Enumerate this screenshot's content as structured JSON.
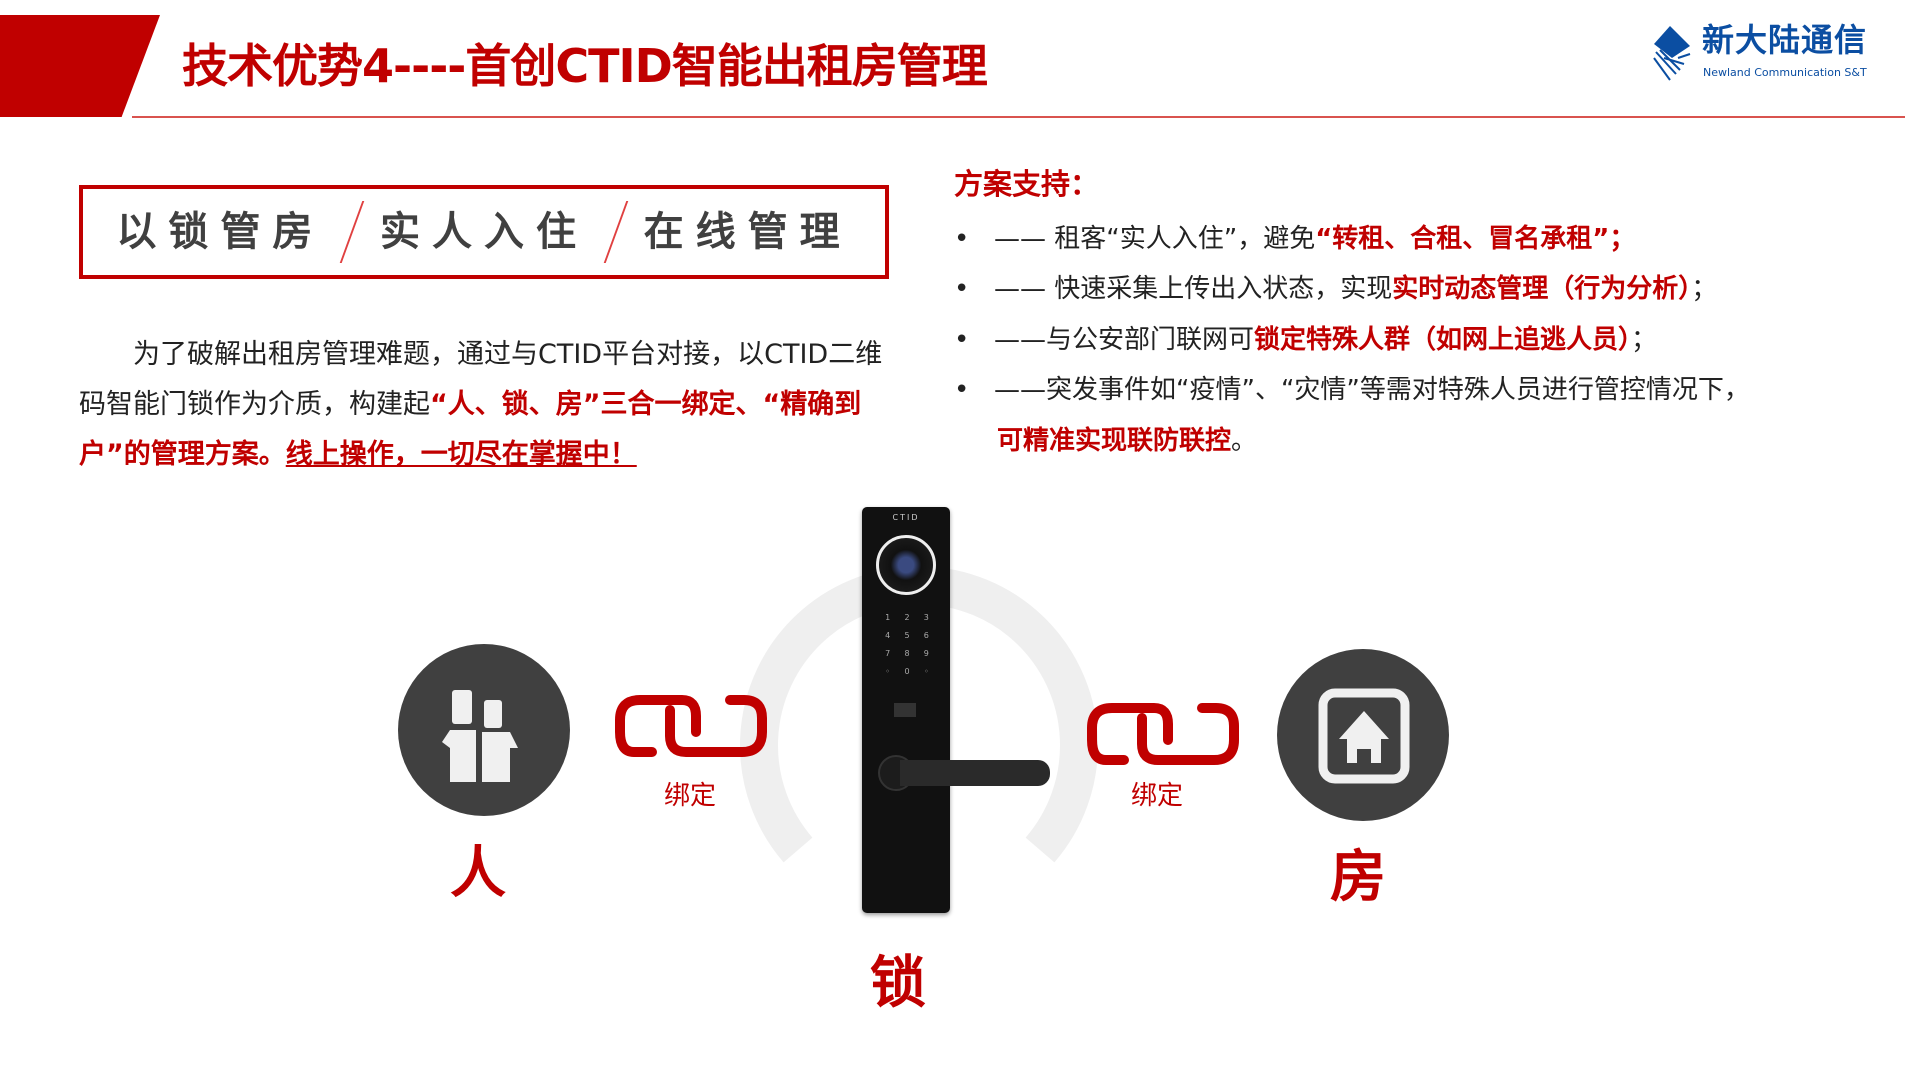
{
  "header": {
    "title": "技术优势4----首创CTID智能出租房管理",
    "logo_cn": "新大陆通信",
    "logo_en": "Newland Communication S&T"
  },
  "slogan": [
    "以锁管房",
    "实人入住",
    "在线管理"
  ],
  "intro": {
    "p1": "为了破解出租房管理难题，通过与CTID平台对接，以CTID二维码智能门锁作为介质，构建起",
    "p2": "“人、锁、房”三合一绑定、“精确到户”的管理方案。",
    "p3": "线上操作，一切尽在掌握中！"
  },
  "support": {
    "title": "方案支持：",
    "bullet": "•",
    "items": [
      {
        "plain": "—— 租客“实人入住”，避免",
        "red": "“转租、合租、冒名承租”；"
      },
      {
        "plain": "—— 快速采集上传出入状态，实现",
        "red": "实时动态管理（行为分析）",
        "tail": "；"
      },
      {
        "plain": "——与公安部门联网可",
        "red": "锁定特殊人群（如网上追逃人员）",
        "tail": "；"
      },
      {
        "plain": "——突发事件如“疫情”、“灾情”等需对特殊人员进行管控情况下，",
        "red": "可精准实现联防联控",
        "tail": "。"
      }
    ]
  },
  "diagram": {
    "person": "人",
    "lock": "锁",
    "house": "房",
    "bind_left": "绑定",
    "bind_right": "绑定",
    "lock_brand": "CTID",
    "keypad": [
      "1",
      "2",
      "3",
      "4",
      "5",
      "6",
      "7",
      "8",
      "9",
      "",
      "0",
      ""
    ]
  },
  "colors": {
    "accent": "#c00000",
    "icon_bg": "#404040",
    "logo": "#0b4ea2"
  }
}
